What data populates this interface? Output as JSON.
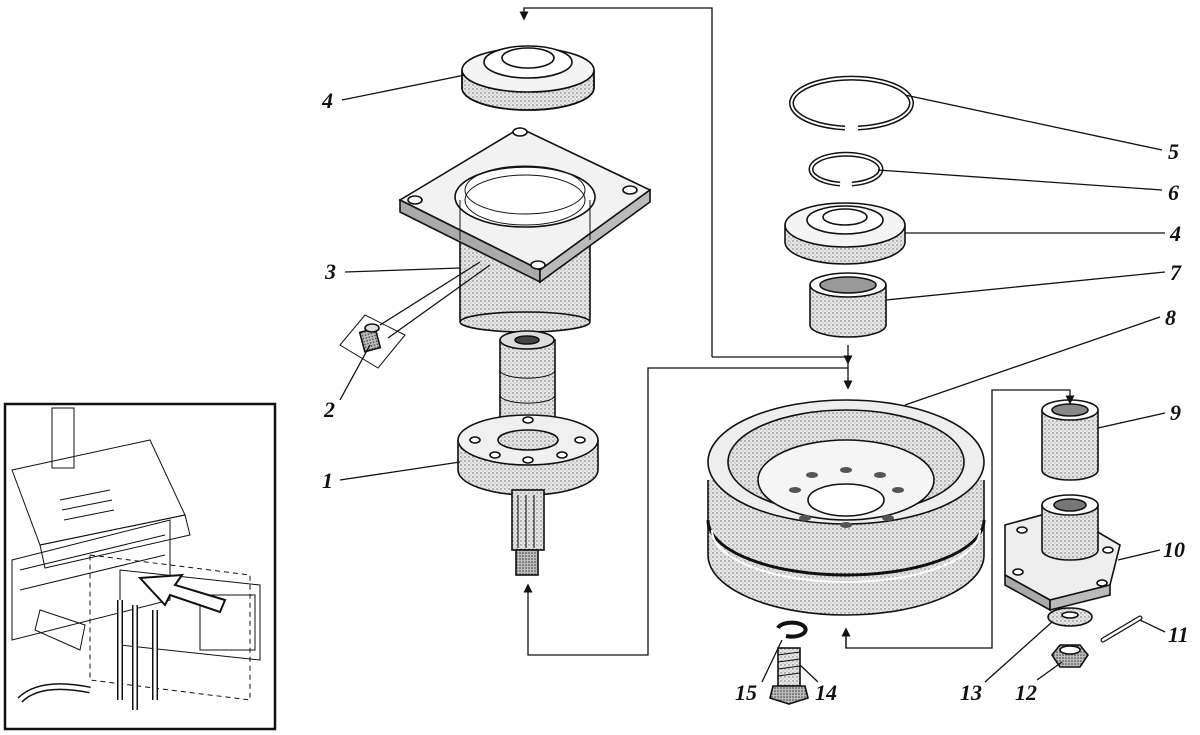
{
  "callouts": [
    {
      "id": "c1",
      "text": "1"
    },
    {
      "id": "c2",
      "text": "2"
    },
    {
      "id": "c3",
      "text": "3"
    },
    {
      "id": "c4a",
      "text": "4"
    },
    {
      "id": "c4b",
      "text": "4"
    },
    {
      "id": "c5",
      "text": "5"
    },
    {
      "id": "c6",
      "text": "6"
    },
    {
      "id": "c7",
      "text": "7"
    },
    {
      "id": "c8",
      "text": "8"
    },
    {
      "id": "c9",
      "text": "9"
    },
    {
      "id": "c10",
      "text": "10"
    },
    {
      "id": "c11",
      "text": "11"
    },
    {
      "id": "c12",
      "text": "12"
    },
    {
      "id": "c13",
      "text": "13"
    },
    {
      "id": "c14",
      "text": "14"
    },
    {
      "id": "c15",
      "text": "15"
    }
  ],
  "colors": {
    "ink": "#111111",
    "paper": "#ffffff",
    "shade": "#cfcfcf",
    "dark_shade": "#8f8f8f"
  }
}
